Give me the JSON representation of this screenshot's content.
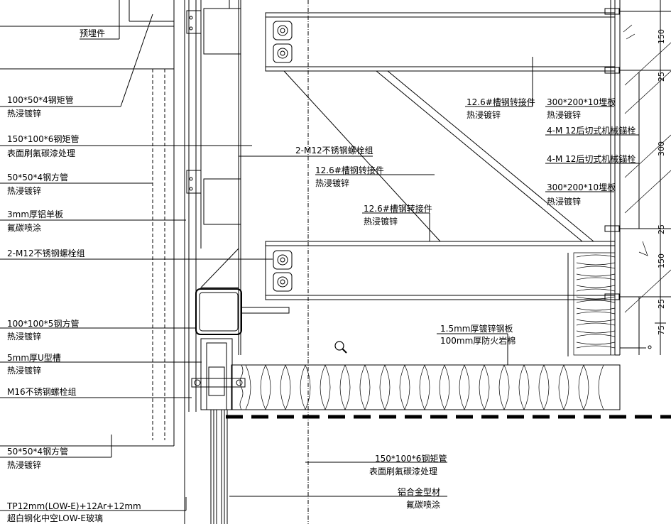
{
  "left_callouts": [
    {
      "line1": "预埋件",
      "line2": ""
    },
    {
      "line1": "100*50*4钢矩管",
      "line2": "热浸镀锌"
    },
    {
      "line1": "150*100*6钢矩管",
      "line2": "表面刷氟碳漆处理"
    },
    {
      "line1": "50*50*4钢方管",
      "line2": "热浸镀锌"
    },
    {
      "line1": "3mm厚铝单板",
      "line2": "氟碳喷涂"
    },
    {
      "line1": "2-M12不锈钢螺栓组",
      "line2": ""
    },
    {
      "line1": "100*100*5钢方管",
      "line2": "热浸镀锌"
    },
    {
      "line1": "5mm厚U型槽",
      "line2": "热浸镀锌"
    },
    {
      "line1": "M16不锈钢螺栓组",
      "line2": ""
    },
    {
      "line1": "50*50*4钢方管",
      "line2": "热浸镀锌"
    },
    {
      "line1": "TP12mm(LOW-E)+12Ar+12mm",
      "line2": "超白钢化中空LOW-E玻璃"
    }
  ],
  "middle_callouts": [
    {
      "line1": "2-M12不锈钢螺栓组",
      "line2": ""
    },
    {
      "line1": "12.6#槽钢转接件",
      "line2": "热浸镀锌"
    },
    {
      "line1": "12.6#槽钢转接件",
      "line2": "热浸镀锌"
    },
    {
      "line1": "12.6#槽钢转接件",
      "line2": "热浸镀锌"
    },
    {
      "line1": "1.5mm厚镀锌钢板",
      "line2": "100mm厚防火岩棉"
    },
    {
      "line1": "150*100*6钢矩管",
      "line2": "表面刷氟碳漆处理"
    },
    {
      "line1": "铝合金型材",
      "line2": "氟碳喷涂"
    }
  ],
  "right_callouts": [
    {
      "line1": "300*200*10埋板",
      "line2": "热浸镀锌"
    },
    {
      "line1": "4-M 12后切式机械锚栓",
      "line2": ""
    },
    {
      "line1": "4-M 12后切式机械锚栓",
      "line2": ""
    },
    {
      "line1": "300*200*10埋板",
      "line2": "热浸镀锌"
    }
  ],
  "dimensions": [
    "150",
    "25",
    "300",
    "25",
    "150",
    "25",
    "75"
  ],
  "icons": {
    "zoom": "magnifier-icon"
  }
}
